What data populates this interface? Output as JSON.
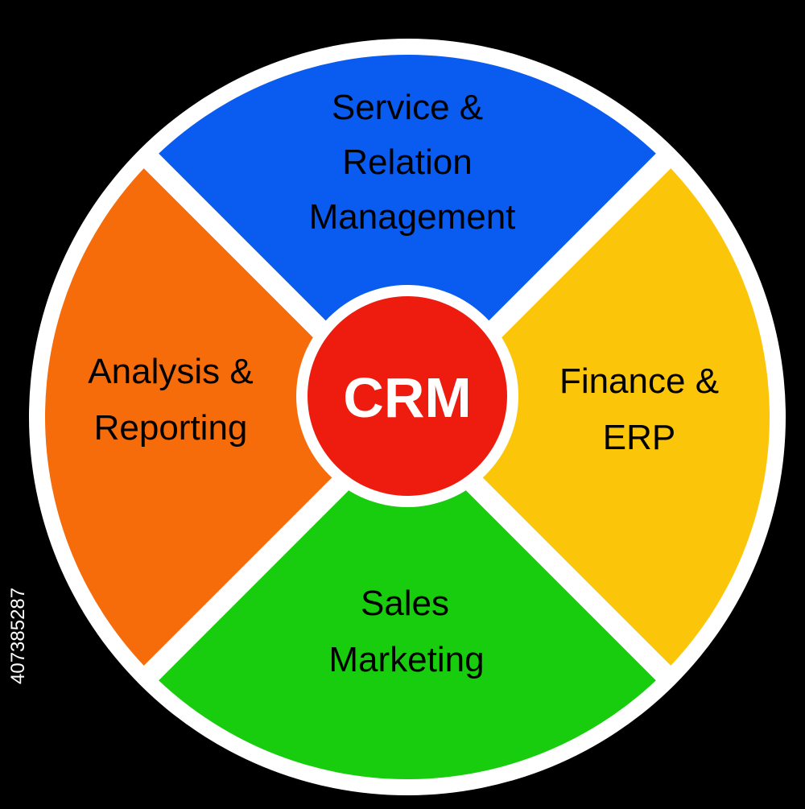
{
  "diagram": {
    "center": {
      "label": "CRM",
      "color": "#ee1c0e"
    },
    "segments": [
      {
        "id": "top",
        "lines": [
          "Service &",
          "Relation",
          "Management"
        ],
        "color": "#0a5cf0"
      },
      {
        "id": "right",
        "lines": [
          "Finance &",
          "ERP"
        ],
        "color": "#fbc60a"
      },
      {
        "id": "bottom",
        "lines": [
          "Sales",
          "Marketing"
        ],
        "color": "#18cc0e"
      },
      {
        "id": "left",
        "lines": [
          "Analysis &",
          "Reporting"
        ],
        "color": "#f66b0a"
      }
    ],
    "ring_color": "#ffffff",
    "background": "#000000"
  },
  "stock_id": "407385287"
}
